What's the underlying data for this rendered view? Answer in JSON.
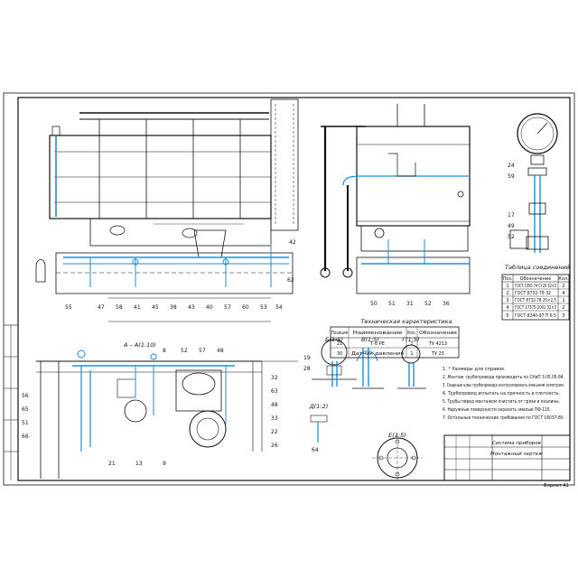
{
  "colors": {
    "line": "#111111",
    "pipe": "#1e8fd6",
    "paper": "#ffffff"
  },
  "views": {
    "section_a": "А – А(1:10)",
    "view_b": "Б(1:5)",
    "view_c": "В(1:5)",
    "view_d": "Г(1:5)",
    "view_e": "Д(1:2)",
    "view_f": "Е(1:5)"
  },
  "spec_table": {
    "title": "Таблица соединений",
    "headers": [
      "Поз.",
      "Обозначение",
      "Кол."
    ],
    "rows": [
      [
        "1",
        "ГОСТ 1050-74 Ст20 32×3",
        "2"
      ],
      [
        "2",
        "ГОСТ 8732-78 32",
        "4"
      ],
      [
        "3",
        "ГОСТ 8732-78 25×2,5",
        "1"
      ],
      [
        "4",
        "ГОСТ 17375-2001 32×3",
        "2"
      ],
      [
        "5",
        "ГОСТ 8240-97 П 6,5",
        "3"
      ]
    ]
  },
  "equipment_table": {
    "title": "Техническая характеристика",
    "headers": [
      "Позиция",
      "Наименование",
      "Кол.",
      "Обозначение"
    ],
    "rows": [
      [
        "21",
        "Т-6 РЕ",
        "1",
        "ТУ 4213"
      ],
      [
        "30",
        "Датчик давления",
        "1",
        "ТУ 25"
      ]
    ]
  },
  "notes": [
    "1. * Размеры для справок.",
    "2. Монтаж трубопровода производить по СНиП 3.05.05-84.",
    "3. Сварные швы трубопровода контролировать внешним осмотром.",
    "4. Трубопровод испытать на прочность и плотность.",
    "5. Трубы перед монтажом очистить от грязи и окалины.",
    "6. Наружные поверхности окрасить эмалью ПФ-115.",
    "7. Остальные технические требования по ГОСТ 16037-80."
  ],
  "title_block": {
    "title": "Система приборов",
    "subtitle": "Монтажный чертеж"
  },
  "callouts": [
    "55",
    "47",
    "58",
    "41",
    "45",
    "38",
    "43",
    "40",
    "57",
    "60",
    "53",
    "54",
    "42",
    "62",
    "50",
    "51",
    "31",
    "52",
    "36",
    "17",
    "49",
    "52",
    "24",
    "59",
    "56",
    "65",
    "51",
    "66",
    "32",
    "63",
    "48",
    "33",
    "22",
    "26",
    "21",
    "13",
    "9",
    "8",
    "52",
    "57",
    "48",
    "19",
    "28",
    "64"
  ],
  "sheet_label": "Формат А1"
}
